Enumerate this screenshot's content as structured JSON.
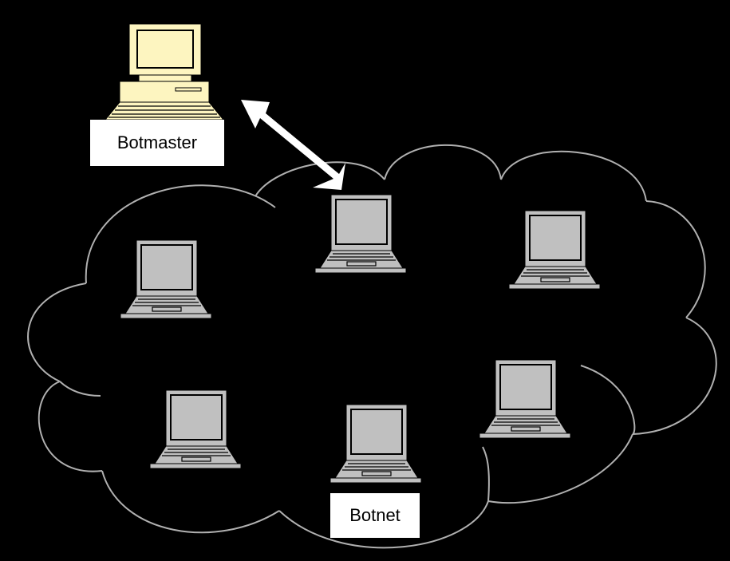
{
  "diagram": {
    "botmaster_label": "Botmaster",
    "botnet_label": "Botnet",
    "bot_count": 6,
    "colors": {
      "background": "#000000",
      "cloud_outline": "#b0b0b0",
      "bot_screen": "#c0c0c0",
      "botmaster_fill": "#fdf5c0",
      "arrow": "#ffffff",
      "label_box": "#ffffff"
    },
    "icons": {
      "botmaster": "desktop-computer-icon",
      "bot": "laptop-computer-icon",
      "link": "double-headed-arrow"
    }
  }
}
